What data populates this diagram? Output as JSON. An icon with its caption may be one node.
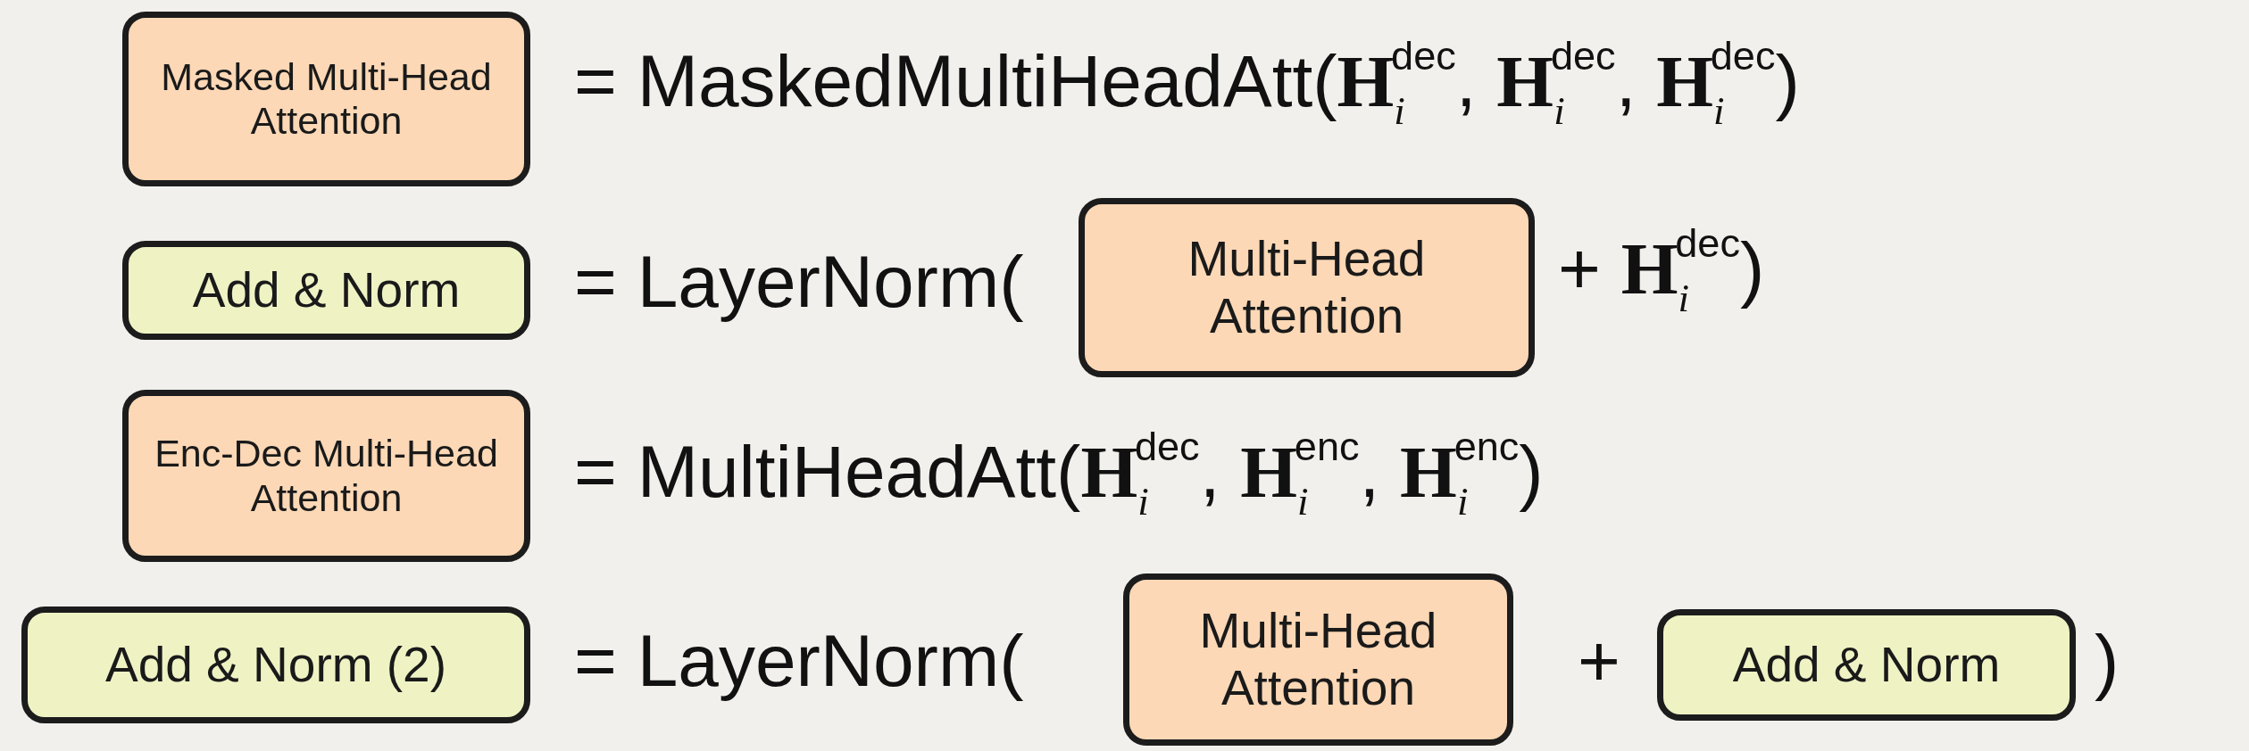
{
  "diagram": {
    "nodes": [
      {
        "text": [
          "Masked Multi-Head Attention"
        ]
      },
      {
        "text": [
          "Add & Norm"
        ]
      },
      {
        "text": [
          "Multi-Head Attention"
        ]
      },
      {
        "text": [
          "Enc-Dec Multi-Head Attention"
        ]
      },
      {
        "text": [
          "Add & Norm (2)"
        ]
      },
      {
        "text": [
          "Multi-Head Attention"
        ]
      },
      {
        "text": [
          "Add & Norm"
        ]
      }
    ],
    "edges": [],
    "labels": [
      "= MaskedMultiHeadAtt(**H**$_{i}$$^{dec}$, **H**$_{i}$$^{dec}$, **H**$_{i}$$^{dec}$)",
      "= LayerNorm(",
      "+ **H**$_{i}$$^{dec}$)",
      "= MultiHeadAtt(**H**$_{i}$$^{dec}$, **H**$_{i}$$^{enc}$, **H**$_{i}$$^{enc}$)",
      "= LayerNorm(",
      "+",
      ")"
    ]
  }
}
